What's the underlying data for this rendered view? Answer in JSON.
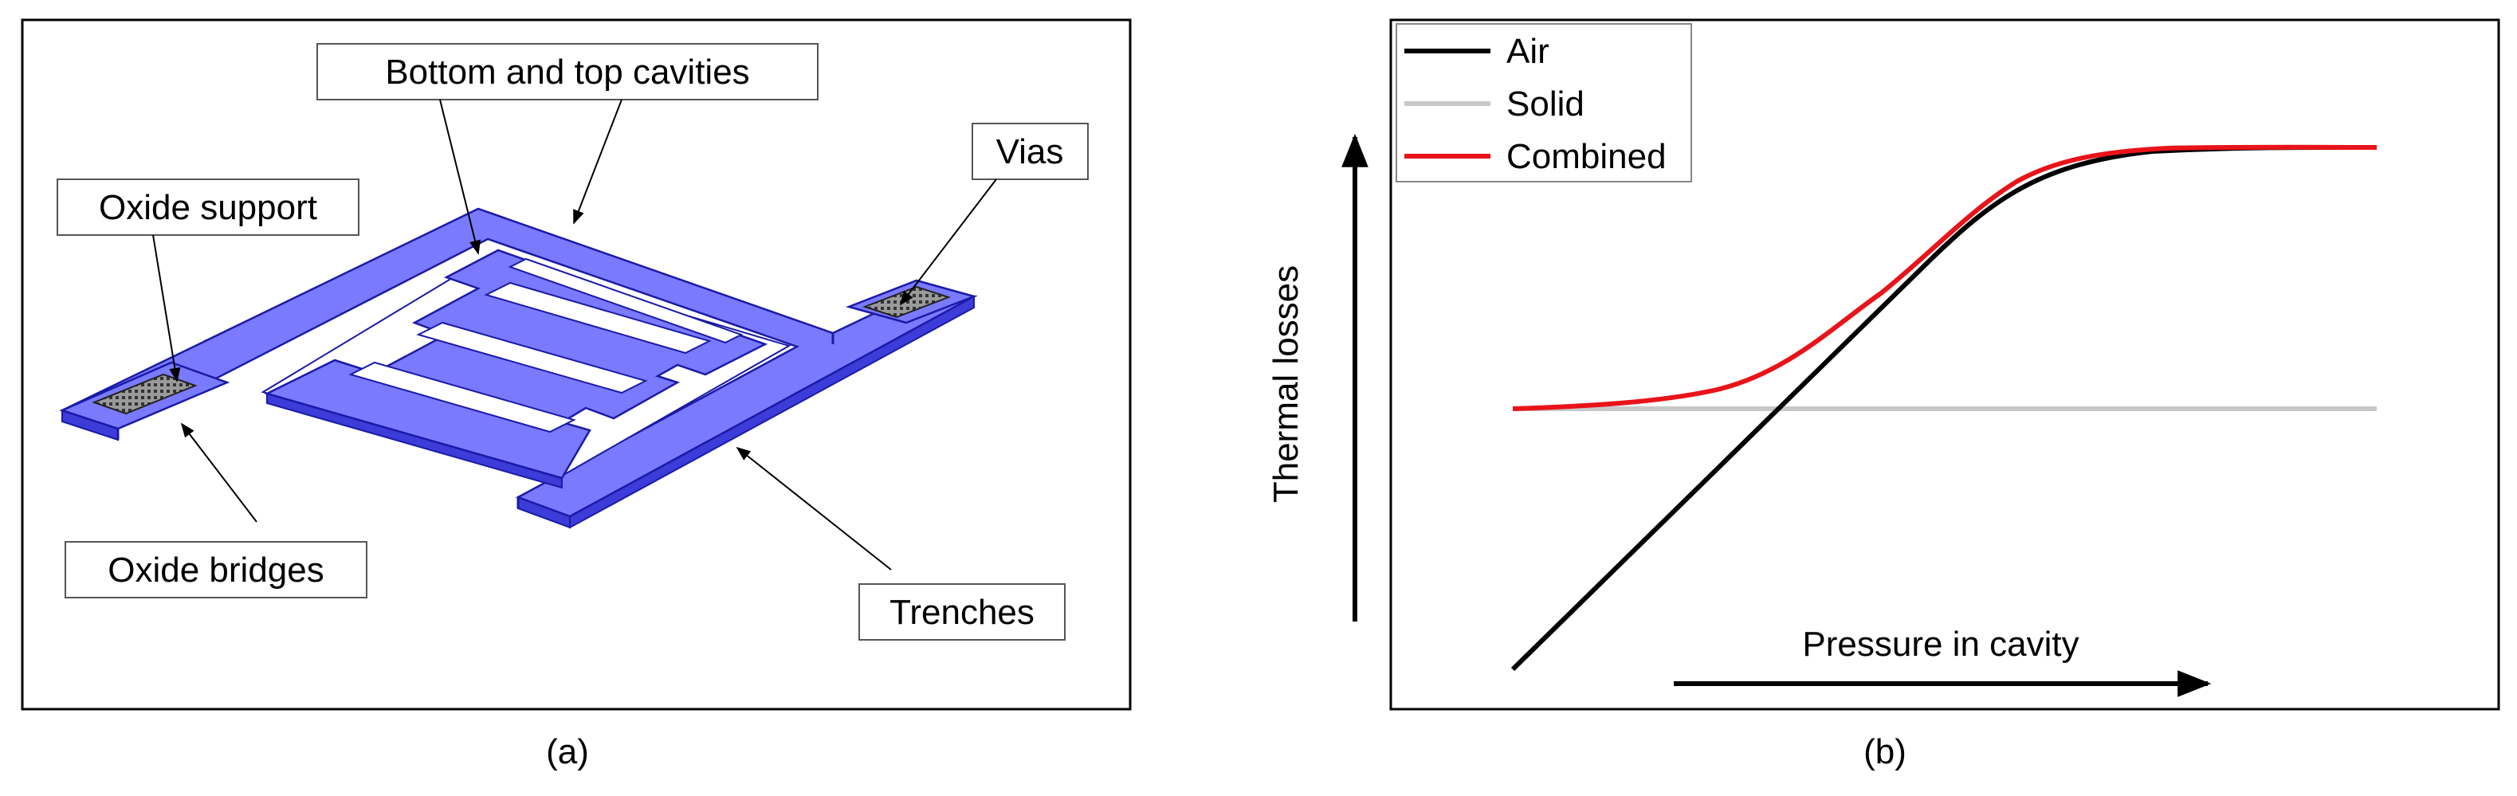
{
  "panel_a": {
    "caption": "(a)",
    "callouts": {
      "cavities": "Bottom and top cavities",
      "vias": "Vias",
      "oxide_support": "Oxide support",
      "oxide_bridges": "Oxide bridges",
      "trenches": "Trenches"
    },
    "colors": {
      "structure": "#7a7aff",
      "edge": "#1a1aa8",
      "via": "#808080"
    }
  },
  "panel_b": {
    "caption": "(b)",
    "ylabel": "Thermal losses",
    "xlabel": "Pressure in cavity",
    "legend": [
      {
        "name": "Air",
        "color": "#000000"
      },
      {
        "name": "Solid",
        "color": "#c8c8c8"
      },
      {
        "name": "Combined",
        "color": "#e8141a"
      }
    ]
  }
}
